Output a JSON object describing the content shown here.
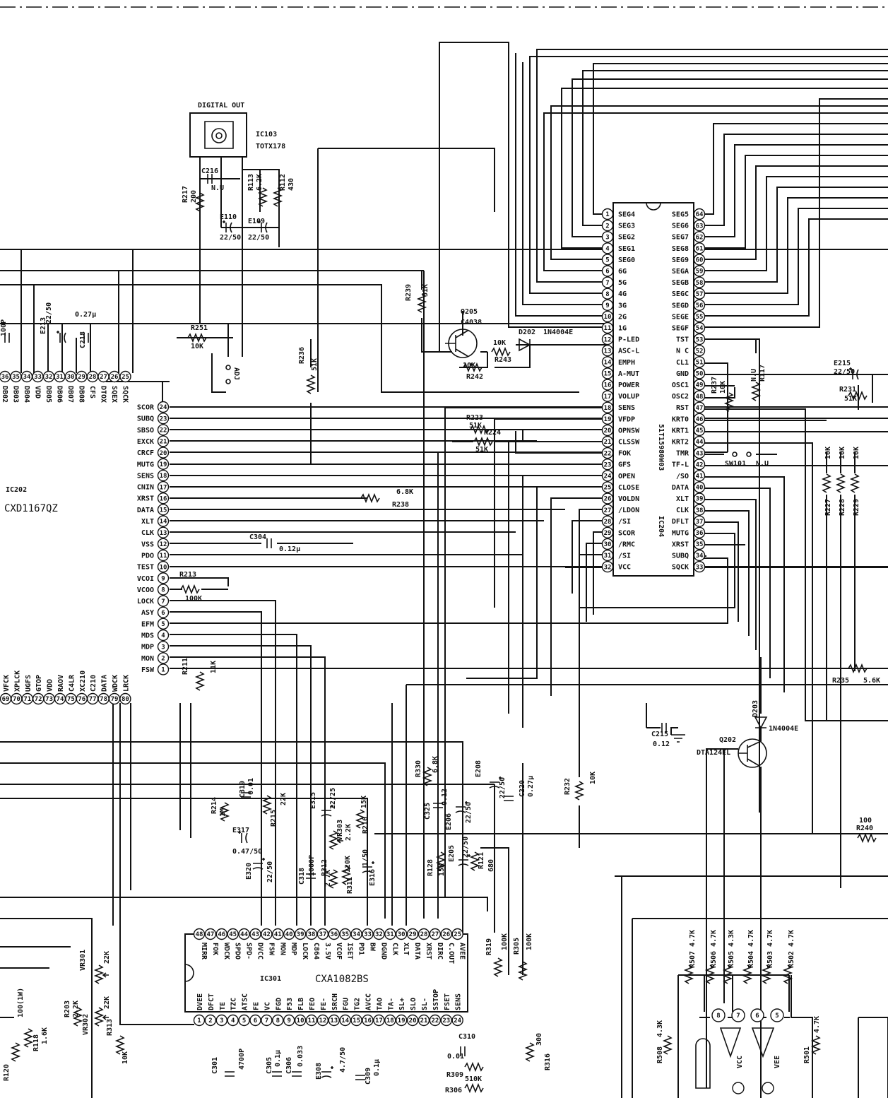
{
  "modules": {
    "digital_out": {
      "title": "DIGITAL OUT",
      "ref": "IC103",
      "part": "TOTX178"
    },
    "ic202": {
      "ref": "IC202",
      "part": "CXD1167QZ"
    },
    "ic204": {
      "ref": "IC204",
      "part": "51T15980W03"
    },
    "ic301": {
      "ref": "IC301",
      "part": "CXA1082BS"
    }
  },
  "ic202_top_pins": [
    {
      "n": "36",
      "name": "DB02"
    },
    {
      "n": "35",
      "name": "DB03"
    },
    {
      "n": "34",
      "name": "DB04"
    },
    {
      "n": "33",
      "name": "VDD"
    },
    {
      "n": "32",
      "name": "DB05"
    },
    {
      "n": "31",
      "name": "DB06"
    },
    {
      "n": "30",
      "name": "DB07"
    },
    {
      "n": "29",
      "name": "DB08"
    },
    {
      "n": "28",
      "name": "CFS"
    },
    {
      "n": "27",
      "name": "DTOX"
    },
    {
      "n": "26",
      "name": "SQEX"
    },
    {
      "n": "25",
      "name": "SQCK"
    }
  ],
  "ic202_right_pins": [
    {
      "n": "24",
      "name": "SCOR"
    },
    {
      "n": "23",
      "name": "SUBQ"
    },
    {
      "n": "22",
      "name": "SBSO"
    },
    {
      "n": "21",
      "name": "EXCK"
    },
    {
      "n": "20",
      "name": "CRCF"
    },
    {
      "n": "19",
      "name": "MUTG"
    },
    {
      "n": "18",
      "name": "SENS"
    },
    {
      "n": "17",
      "name": "CNIN"
    },
    {
      "n": "16",
      "name": "XRST"
    },
    {
      "n": "15",
      "name": "DATA"
    },
    {
      "n": "14",
      "name": "XLT"
    },
    {
      "n": "13",
      "name": "CLK"
    },
    {
      "n": "12",
      "name": "VSS"
    },
    {
      "n": "11",
      "name": "PDO"
    },
    {
      "n": "10",
      "name": "TEST"
    },
    {
      "n": "9",
      "name": "VCOI"
    },
    {
      "n": "8",
      "name": "VCOO"
    },
    {
      "n": "7",
      "name": "LOCK"
    },
    {
      "n": "6",
      "name": "ASY"
    },
    {
      "n": "5",
      "name": "EFM"
    },
    {
      "n": "4",
      "name": "MDS"
    },
    {
      "n": "3",
      "name": "MDP"
    },
    {
      "n": "2",
      "name": "MON"
    },
    {
      "n": "1",
      "name": "FSW"
    }
  ],
  "ic202_bottom_pins": [
    {
      "n": "69",
      "name": "VFCK"
    },
    {
      "n": "70",
      "name": "XPLCK"
    },
    {
      "n": "71",
      "name": "UGFS"
    },
    {
      "n": "72",
      "name": "GTOP"
    },
    {
      "n": "73",
      "name": "VDD"
    },
    {
      "n": "74",
      "name": "RAOV"
    },
    {
      "n": "75",
      "name": "C4LR"
    },
    {
      "n": "76",
      "name": "XC210"
    },
    {
      "n": "77",
      "name": "C210"
    },
    {
      "n": "78",
      "name": "DATA"
    },
    {
      "n": "79",
      "name": "WDCK"
    },
    {
      "n": "80",
      "name": "LRCK"
    }
  ],
  "ic204_left_pins": [
    {
      "n": "1",
      "name": "SEG4"
    },
    {
      "n": "2",
      "name": "SEG3"
    },
    {
      "n": "3",
      "name": "SEG2"
    },
    {
      "n": "4",
      "name": "SEG1"
    },
    {
      "n": "5",
      "name": "SEG0"
    },
    {
      "n": "6",
      "name": "6G"
    },
    {
      "n": "7",
      "name": "5G"
    },
    {
      "n": "8",
      "name": "4G"
    },
    {
      "n": "9",
      "name": "3G"
    },
    {
      "n": "10",
      "name": "2G"
    },
    {
      "n": "11",
      "name": "1G"
    },
    {
      "n": "12",
      "name": "P-LED"
    },
    {
      "n": "13",
      "name": "ASC-L"
    },
    {
      "n": "14",
      "name": "EMPH"
    },
    {
      "n": "15",
      "name": "A-MUT"
    },
    {
      "n": "16",
      "name": "POWER"
    },
    {
      "n": "17",
      "name": "VOLUP"
    },
    {
      "n": "18",
      "name": "SENS"
    },
    {
      "n": "19",
      "name": "VFDP"
    },
    {
      "n": "20",
      "name": "OPNSW"
    },
    {
      "n": "21",
      "name": "CLSSW"
    },
    {
      "n": "22",
      "name": "FOK"
    },
    {
      "n": "23",
      "name": "GFS"
    },
    {
      "n": "24",
      "name": "OPEN"
    },
    {
      "n": "25",
      "name": "CLOSE"
    },
    {
      "n": "26",
      "name": "VOLDN"
    },
    {
      "n": "27",
      "name": "/LDON"
    },
    {
      "n": "28",
      "name": "/SI"
    },
    {
      "n": "29",
      "name": "SCOR"
    },
    {
      "n": "30",
      "name": "/RMC"
    },
    {
      "n": "31",
      "name": "/SI"
    },
    {
      "n": "32",
      "name": "VCC"
    }
  ],
  "ic204_right_pins": [
    {
      "n": "64",
      "name": "SEG5"
    },
    {
      "n": "63",
      "name": "SEG6"
    },
    {
      "n": "62",
      "name": "SEG7"
    },
    {
      "n": "61",
      "name": "SEG8"
    },
    {
      "n": "60",
      "name": "SEG9"
    },
    {
      "n": "59",
      "name": "SEGA"
    },
    {
      "n": "58",
      "name": "SEGB"
    },
    {
      "n": "57",
      "name": "SEGC"
    },
    {
      "n": "56",
      "name": "SEGD"
    },
    {
      "n": "55",
      "name": "SEGE"
    },
    {
      "n": "54",
      "name": "SEGF"
    },
    {
      "n": "53",
      "name": "TST"
    },
    {
      "n": "52",
      "name": "N C"
    },
    {
      "n": "51",
      "name": "CL1"
    },
    {
      "n": "50",
      "name": "GND"
    },
    {
      "n": "49",
      "name": "OSC1"
    },
    {
      "n": "48",
      "name": "OSC2"
    },
    {
      "n": "47",
      "name": "RST"
    },
    {
      "n": "46",
      "name": "KRT0"
    },
    {
      "n": "45",
      "name": "KRT1"
    },
    {
      "n": "44",
      "name": "KRT2"
    },
    {
      "n": "43",
      "name": "TMR"
    },
    {
      "n": "42",
      "name": "TF-L"
    },
    {
      "n": "41",
      "name": "/SO"
    },
    {
      "n": "40",
      "name": "DATA"
    },
    {
      "n": "39",
      "name": "XLT"
    },
    {
      "n": "38",
      "name": "CLK"
    },
    {
      "n": "37",
      "name": "DFLT"
    },
    {
      "n": "36",
      "name": "MUTG"
    },
    {
      "n": "35",
      "name": "XRST"
    },
    {
      "n": "34",
      "name": "SUBQ"
    },
    {
      "n": "33",
      "name": "SQCK"
    }
  ],
  "ic301_top_pins": [
    {
      "n": "48",
      "name": "MIRR"
    },
    {
      "n": "47",
      "name": "FOK"
    },
    {
      "n": "46",
      "name": "WDCK"
    },
    {
      "n": "45",
      "name": "SPDO"
    },
    {
      "n": "44",
      "name": "SPD-"
    },
    {
      "n": "43",
      "name": "DVCC"
    },
    {
      "n": "42",
      "name": "FSW"
    },
    {
      "n": "41",
      "name": "MON"
    },
    {
      "n": "40",
      "name": "MDP"
    },
    {
      "n": "39",
      "name": "LOCK"
    },
    {
      "n": "38",
      "name": "C864"
    },
    {
      "n": "37",
      "name": "3.5V"
    },
    {
      "n": "36",
      "name": "VCOF"
    },
    {
      "n": "35",
      "name": "ISET"
    },
    {
      "n": "34",
      "name": "PD1"
    },
    {
      "n": "33",
      "name": "BW"
    },
    {
      "n": "32",
      "name": "DGND"
    },
    {
      "n": "31",
      "name": "CLK"
    },
    {
      "n": "30",
      "name": "XLT"
    },
    {
      "n": "29",
      "name": "DATA"
    },
    {
      "n": "28",
      "name": "XRST"
    },
    {
      "n": "27",
      "name": "DIRC"
    },
    {
      "n": "26",
      "name": "C.OUT"
    },
    {
      "n": "25",
      "name": "AVEE"
    }
  ],
  "ic301_bottom_pins": [
    {
      "n": "1",
      "name": "DVEE"
    },
    {
      "n": "2",
      "name": "DFCT"
    },
    {
      "n": "3",
      "name": "TE"
    },
    {
      "n": "4",
      "name": "TZC"
    },
    {
      "n": "5",
      "name": "ATSC"
    },
    {
      "n": "6",
      "name": "FE"
    },
    {
      "n": "7",
      "name": "VC"
    },
    {
      "n": "8",
      "name": "FGD"
    },
    {
      "n": "9",
      "name": "F53"
    },
    {
      "n": "10",
      "name": "FLB"
    },
    {
      "n": "11",
      "name": "FEO"
    },
    {
      "n": "12",
      "name": "FE-"
    },
    {
      "n": "13",
      "name": "SRCH"
    },
    {
      "n": "14",
      "name": "FGU"
    },
    {
      "n": "15",
      "name": "TG2"
    },
    {
      "n": "16",
      "name": "AVCC"
    },
    {
      "n": "17",
      "name": "TAO"
    },
    {
      "n": "18",
      "name": "TA-"
    },
    {
      "n": "19",
      "name": "SL+"
    },
    {
      "n": "20",
      "name": "SLO"
    },
    {
      "n": "21",
      "name": "SL-"
    },
    {
      "n": "22",
      "name": "SSTOP"
    },
    {
      "n": "23",
      "name": "FSET"
    },
    {
      "n": "24",
      "name": "SENS"
    }
  ],
  "opamp_pins": [
    {
      "n": "8"
    },
    {
      "n": "7"
    },
    {
      "n": "6"
    },
    {
      "n": "5"
    }
  ],
  "opamp_power": {
    "vcc": "VCC",
    "vee": "VEE"
  },
  "components": {
    "c216": {
      "ref": "C216",
      "val": "N.U"
    },
    "r217": {
      "ref": "R217",
      "val": "200"
    },
    "r113": {
      "ref": "R113",
      "val": "6.2K"
    },
    "r112": {
      "ref": "R112",
      "val": "430"
    },
    "e110": {
      "ref": "E110",
      "val": "22/50"
    },
    "e109": {
      "ref": "E109",
      "val": "22/50"
    },
    "c218": {
      "ref": "C218",
      "val": "0.27μ"
    },
    "e213": {
      "ref": "E213",
      "val": "22/50"
    },
    "cap100p": {
      "val": "100P"
    },
    "r251": {
      "ref": "R251",
      "val": "10K"
    },
    "adj": {
      "label": "ADJ"
    },
    "r236": {
      "ref": "R236",
      "val": "51K"
    },
    "r239": {
      "ref": "R239",
      "val": "51K"
    },
    "q205": {
      "ref": "Q205",
      "val": "C4038"
    },
    "r243": {
      "ref": "R243",
      "val": "10K"
    },
    "d202": {
      "ref": "D202",
      "val": "1N4004E"
    },
    "r242": {
      "ref": "R242",
      "val": "10K"
    },
    "r223": {
      "ref": "R223",
      "val": "51K"
    },
    "r224": {
      "ref": "R224",
      "val": "51K"
    },
    "r238": {
      "ref": "R238",
      "val": "6.8K"
    },
    "c304": {
      "ref": "C304",
      "val": "0.12μ"
    },
    "r213": {
      "ref": "R213",
      "val": "100K"
    },
    "r211": {
      "ref": "R211",
      "val": "11K"
    },
    "e215": {
      "ref": "E215",
      "val": "22/50"
    },
    "r231": {
      "ref": "R231",
      "val": "51K"
    },
    "r237": {
      "ref": "R237",
      "val": "10K"
    },
    "r117": {
      "ref": "R117",
      "val": "N.U"
    },
    "sw101": {
      "ref": "SW101",
      "val": "N.U"
    },
    "r227": {
      "ref": "R227",
      "val": "10K"
    },
    "r228": {
      "ref": "R228",
      "val": "10K"
    },
    "r229": {
      "ref": "R229",
      "val": "10K"
    },
    "r235": {
      "ref": "R235",
      "val": "5.6K"
    },
    "c215": {
      "ref": "C215",
      "val": "0.12"
    },
    "d203": {
      "ref": "D203",
      "val": "1N4004E"
    },
    "q202": {
      "ref": "Q202",
      "val": "DTA124EL"
    },
    "r232": {
      "ref": "R232",
      "val": "10K"
    },
    "r240": {
      "ref": "R240",
      "val": "100"
    },
    "r214": {
      "ref": "R214",
      "val": "1M"
    },
    "c319": {
      "ref": "C319",
      "val": "0.01"
    },
    "e317": {
      "ref": "E317",
      "val": "0.47/50"
    },
    "r215": {
      "ref": "R215",
      "val": "22K"
    },
    "e320": {
      "ref": "E320",
      "val": "22/50"
    },
    "c318": {
      "ref": "C318",
      "val": "1000P"
    },
    "e315": {
      "ref": "E315",
      "val": "22/25"
    },
    "vr303": {
      "ref": "VR303",
      "val": "2.2K"
    },
    "r216": {
      "ref": "R216",
      "val": "15K"
    },
    "r312": {
      "ref": "R312",
      "val": "2.7K"
    },
    "r311": {
      "ref": "R311",
      "val": "120K"
    },
    "e316": {
      "ref": "E316",
      "val": "1/50"
    },
    "r330": {
      "ref": "R330",
      "val": "6.8K"
    },
    "c325": {
      "ref": "C325",
      "val": "0.12"
    },
    "e206": {
      "ref": "E206",
      "val": "22/50"
    },
    "e208": {
      "ref": "E208",
      "val": "22/50"
    },
    "c220": {
      "ref": "C220",
      "val": "0.27μ"
    },
    "r128": {
      "ref": "R128",
      "val": "15K"
    },
    "e205": {
      "ref": "E205",
      "val": "22/50"
    },
    "r121": {
      "ref": "R121",
      "val": "680"
    },
    "r319": {
      "ref": "R319",
      "val": "100K"
    },
    "r305": {
      "ref": "R305",
      "val": "100K"
    },
    "vr301": {
      "ref": "VR301",
      "val": "22K"
    },
    "vr302": {
      "ref": "VR302",
      "val": "22K"
    },
    "r203": {
      "ref": "R203",
      "val": "2.2K"
    },
    "r313": {
      "ref": "R313",
      "val": "10K"
    },
    "r120": {
      "ref": "R120",
      "val": "100(1W)"
    },
    "r118": {
      "ref": "R118",
      "val": "1.6K"
    },
    "c301": {
      "ref": "C301",
      "val": "4700P"
    },
    "c305": {
      "ref": "C305",
      "val": "0.1μ"
    },
    "c306": {
      "ref": "C306",
      "val": "0.033"
    },
    "e308": {
      "ref": "E308",
      "val": "4.7/50"
    },
    "c309": {
      "ref": "C309",
      "val": "0.1μ"
    },
    "c310": {
      "ref": "C310",
      "val": "0.01"
    },
    "r309": {
      "ref": "R309",
      "val": ""
    },
    "r306": {
      "ref": "R306",
      "val": "510K"
    },
    "r316": {
      "ref": "R316",
      "val": "300"
    },
    "r507": {
      "ref": "R507",
      "val": "4.7K"
    },
    "r506": {
      "ref": "R506",
      "val": "4.7K"
    },
    "r505": {
      "ref": "R505",
      "val": "4.3K"
    },
    "r504": {
      "ref": "R504",
      "val": "4.7K"
    },
    "r503": {
      "ref": "R503",
      "val": "4.7K"
    },
    "r502": {
      "ref": "R502",
      "val": "4.7K"
    },
    "r508": {
      "ref": "R508",
      "val": "4.3K"
    },
    "r501": {
      "ref": "R501",
      "val": "4.7K"
    }
  }
}
